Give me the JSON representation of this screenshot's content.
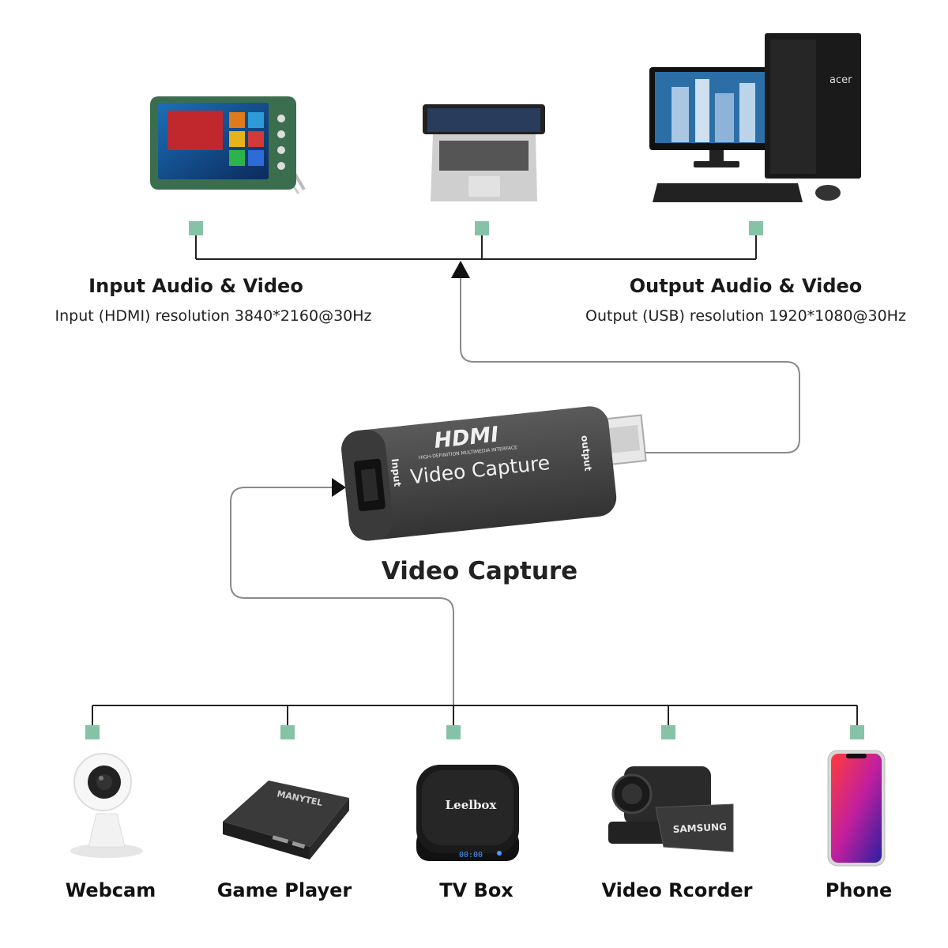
{
  "colors": {
    "node": "#86c3a6",
    "line": "#8a8a8a",
    "bus": "#222222",
    "device_body": "#4a4a4a",
    "tv_green": "#3b6e4e"
  },
  "output_devices": [
    {
      "icon": "portable-tv-icon"
    },
    {
      "icon": "laptop-icon"
    },
    {
      "icon": "desktop-pc-icon",
      "brand": "acer"
    }
  ],
  "input_caption": {
    "title": "Input Audio & Video",
    "subtitle": "Input (HDMI) resolution 3840*2160@30Hz"
  },
  "output_caption": {
    "title": "Output Audio & Video",
    "subtitle": "Output (USB) resolution 1920*1080@30Hz"
  },
  "capture_device": {
    "logo": "HDMI",
    "logo_sub": "HIGH-DEFINITION MULTIMEDIA INTERFACE",
    "label": "Video Capture",
    "port_input": "Input",
    "port_output": "output",
    "title": "Video  Capture"
  },
  "source_devices": [
    {
      "label": "Webcam",
      "icon": "webcam-icon"
    },
    {
      "label": "Game Player",
      "icon": "game-player-icon",
      "brand": "MANYTEL"
    },
    {
      "label": "TV Box",
      "icon": "tv-box-icon",
      "brand": "Leelbox",
      "display": "00:00"
    },
    {
      "label": "Video Rcorder",
      "icon": "camcorder-icon",
      "brand": "SAMSUNG"
    },
    {
      "label": "Phone",
      "icon": "phone-icon"
    }
  ]
}
